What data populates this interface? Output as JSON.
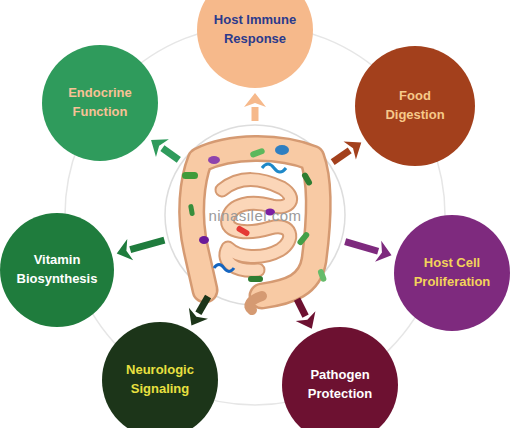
{
  "diagram": {
    "nodes": [
      {
        "text": [
          "Host Immune Response"
        ]
      },
      {
        "text": [
          "Endocrine Function"
        ]
      },
      {
        "text": [
          "Food Digestion"
        ]
      },
      {
        "text": [
          "Vitamin Biosynthesis"
        ]
      },
      {
        "text": [
          "Host Cell Proliferation"
        ]
      },
      {
        "text": [
          "Neurologic Signaling"
        ]
      },
      {
        "text": [
          "Pathogen Protection"
        ]
      }
    ],
    "labels": [
      "ninasilel.com"
    ]
  }
}
